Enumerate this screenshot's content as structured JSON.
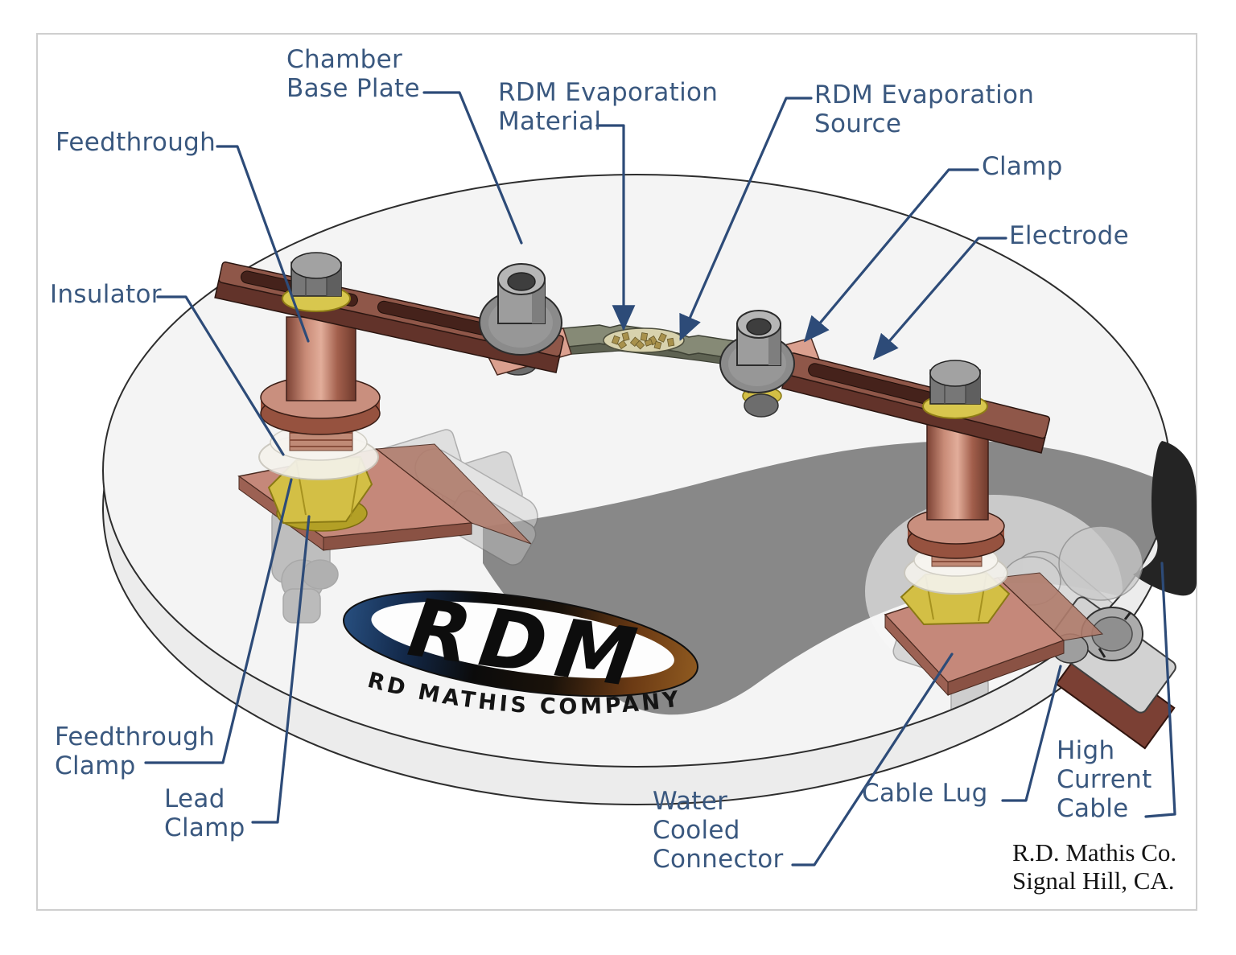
{
  "figure": {
    "type": "labeled-3d-cad-illustration",
    "subject": "RDM evaporation source mounted on a chamber base plate"
  },
  "logo": {
    "acronym": "RDM",
    "company": "RD MATHIS COMPANY"
  },
  "credit": {
    "line1": "R.D. Mathis Co.",
    "line2": "Signal Hill, CA."
  },
  "callouts": {
    "chamber_base_plate": {
      "lines": [
        "Chamber",
        "Base Plate"
      ]
    },
    "rdm_evaporation_material": {
      "lines": [
        "RDM Evaporation",
        "Material"
      ]
    },
    "rdm_evaporation_source": {
      "lines": [
        "RDM Evaporation",
        "Source"
      ]
    },
    "clamp": {
      "lines": [
        "Clamp"
      ]
    },
    "electrode": {
      "lines": [
        "Electrode"
      ]
    },
    "feedthrough": {
      "lines": [
        "Feedthrough"
      ]
    },
    "insulator": {
      "lines": [
        "Insulator"
      ]
    },
    "feedthrough_clamp": {
      "lines": [
        "Feedthrough",
        "Clamp"
      ]
    },
    "lead_clamp": {
      "lines": [
        "Lead",
        "Clamp"
      ]
    },
    "water_cooled_connector": {
      "lines": [
        "Water",
        "Cooled",
        "Connector"
      ]
    },
    "cable_lug": {
      "lines": [
        "Cable Lug"
      ]
    },
    "high_current_cable": {
      "lines": [
        "High",
        "Current",
        "Cable"
      ]
    }
  },
  "colors": {
    "label_text": "#3a587f",
    "leader_line": "#2d4b78",
    "copper_bar": "#8f5749",
    "copper_dark": "#62332a",
    "copper_light": "#c98f7e",
    "brass": "#d3bf45",
    "boat_metal": "#868a76",
    "pellets": "#a8914c",
    "cable_black": "#242424",
    "under_plate_gray": "#3f3f3f",
    "logo_blue": "#1c3b66",
    "logo_brown": "#8a4d1c",
    "plate_fill": "#f4f4f4"
  }
}
